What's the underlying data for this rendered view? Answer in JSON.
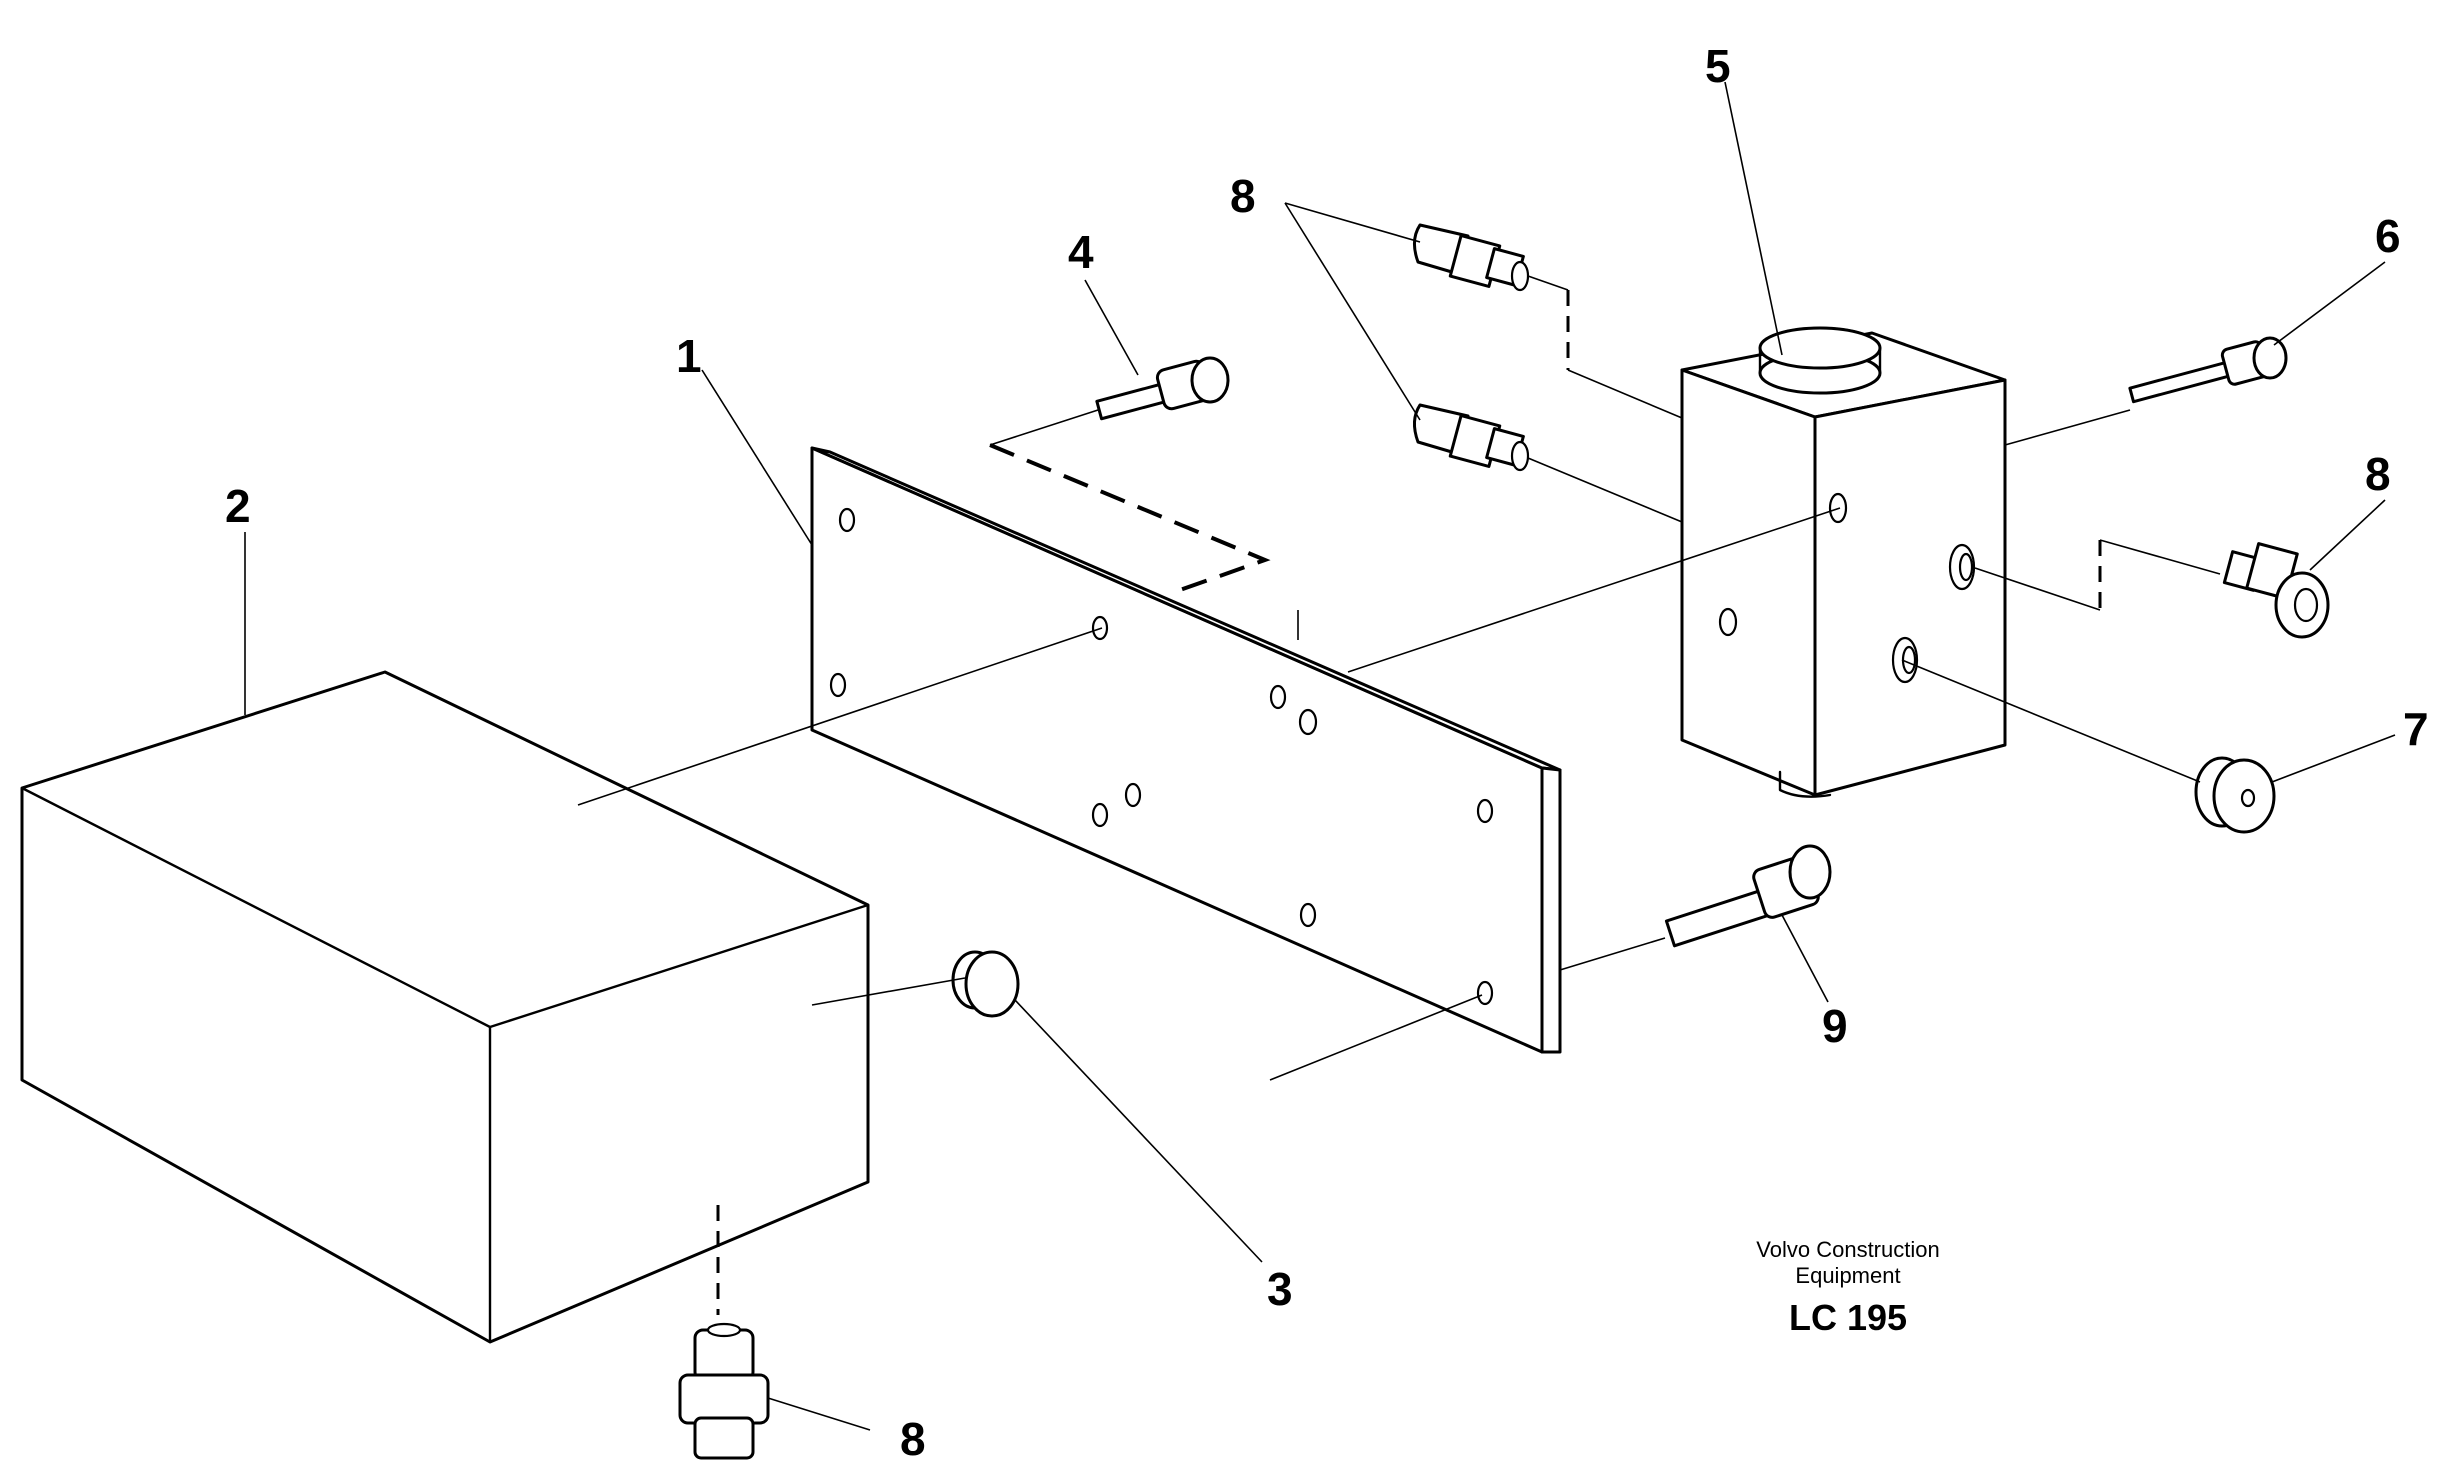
{
  "callouts": {
    "c1": "1",
    "c2": "2",
    "c3": "3",
    "c4": "4",
    "c5": "5",
    "c6": "6",
    "c7": "7",
    "c8a": "8",
    "c8b": "8",
    "c8c": "8",
    "c9": "9"
  },
  "credit": {
    "line1": "Volvo Construction",
    "line2": "Equipment",
    "code": "LC 195"
  }
}
